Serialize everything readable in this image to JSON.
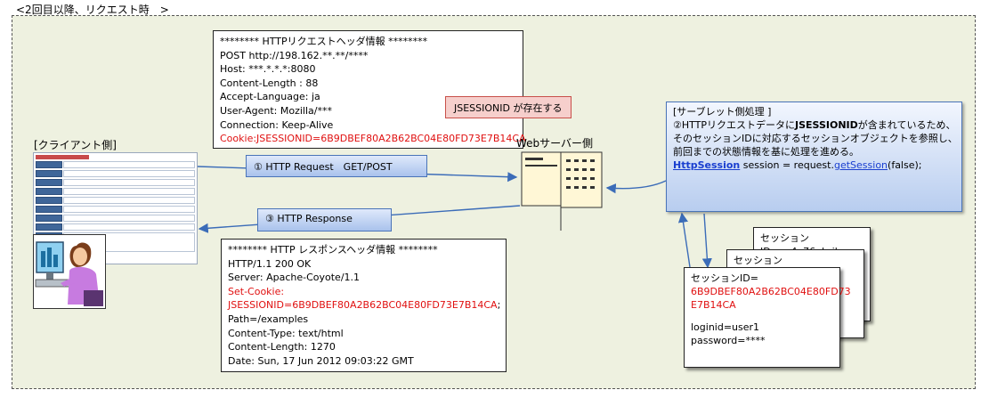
{
  "caption": "<2回目以降、リクエスト時　>",
  "request_header": {
    "title": "******** HTTPリクエストヘッダ情報 ********",
    "lines": [
      "POST   http://198.162.**.**/****",
      "Host: ***.*.*.*:8080",
      "Content-Length : 88",
      "Accept-Language: ja",
      "User-Agent: Mozilla/***",
      "Connection: Keep-Alive"
    ],
    "cookie": "Cookie:JSESSIONID=6B9DBEF80A2B62BC04E80FD73E7B14CA"
  },
  "callout": "JSESSIONID が存在する",
  "client_label": "[クライアント側]",
  "server_label": "Webサーバー側",
  "http_request": "① HTTP Request　GET/POST",
  "http_response": "③ HTTP Response",
  "response_header": {
    "title": "******** HTTP レスポンスヘッダ情報 ********",
    "lines_before": [
      "HTTP/1.1 200 OK",
      "Server: Apache-Coyote/1.1"
    ],
    "set_cookie_label": " Set-Cookie:",
    "set_cookie_value": "JSESSIONID=6B9DBEF80A2B62BC04E80FD73E7B14CA",
    "set_cookie_suffix": ";",
    "lines_after": [
      "Path=/examples",
      "Content-Type: text/html",
      "Content-Length: 1270",
      "Date: Sun, 17 Jun 2012 09:03:22 GMT"
    ]
  },
  "servlet": {
    "title": "[サーブレット側処理 ]",
    "line1_pre": "②HTTPリクエストデータに",
    "line1_bold": "JSESSIONID",
    "line1_post": "が含まれているため、",
    "line2": "そのセッションIDに対応するセッションオブジェクトを参照し、",
    "line3": "前回までの状態情報を基に処理を進める。",
    "code_class": "HttpSession",
    "code_mid": " session = request.",
    "code_method": "getSession",
    "code_end": "(false);"
  },
  "sessions": {
    "back": "セッションID=yu4e76ghrik",
    "middle": "セッションID=21s4g67tu34",
    "front_label": "セッションID=",
    "front_id_lines": [
      "6B9DBEF80A2B62BC04E80FD73",
      "E7B14CA"
    ],
    "front_attrs": [
      "loginid=user1",
      "password=****"
    ]
  },
  "colors": {
    "background": "#eef1e0",
    "accent_red": "#e01010",
    "arrow_blue": "#3b6cb8",
    "callout_fill": "#f6cfcc",
    "servlet_fill": "#c9d9f3"
  }
}
